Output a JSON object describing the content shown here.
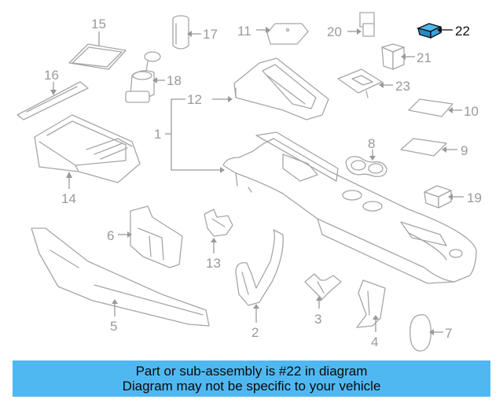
{
  "callouts": [
    {
      "id": "1",
      "label": "1"
    },
    {
      "id": "2",
      "label": "2"
    },
    {
      "id": "3",
      "label": "3"
    },
    {
      "id": "4",
      "label": "4"
    },
    {
      "id": "5",
      "label": "5"
    },
    {
      "id": "6",
      "label": "6"
    },
    {
      "id": "7",
      "label": "7"
    },
    {
      "id": "8",
      "label": "8"
    },
    {
      "id": "9",
      "label": "9"
    },
    {
      "id": "10",
      "label": "10"
    },
    {
      "id": "11",
      "label": "11"
    },
    {
      "id": "12",
      "label": "12"
    },
    {
      "id": "13",
      "label": "13"
    },
    {
      "id": "14",
      "label": "14"
    },
    {
      "id": "15",
      "label": "15"
    },
    {
      "id": "16",
      "label": "16"
    },
    {
      "id": "17",
      "label": "17"
    },
    {
      "id": "18",
      "label": "18"
    },
    {
      "id": "19",
      "label": "19"
    },
    {
      "id": "20",
      "label": "20"
    },
    {
      "id": "21",
      "label": "21"
    },
    {
      "id": "22",
      "label": "22"
    },
    {
      "id": "23",
      "label": "23"
    }
  ],
  "highlighted_part": "22",
  "colors": {
    "banner": "#4fb8f0",
    "highlight": "#111111",
    "line": "#a6a6a6"
  },
  "banner": {
    "line1": "Part or sub-assembly is #22 in diagram",
    "line2": "Diagram may not be specific to your vehicle"
  }
}
